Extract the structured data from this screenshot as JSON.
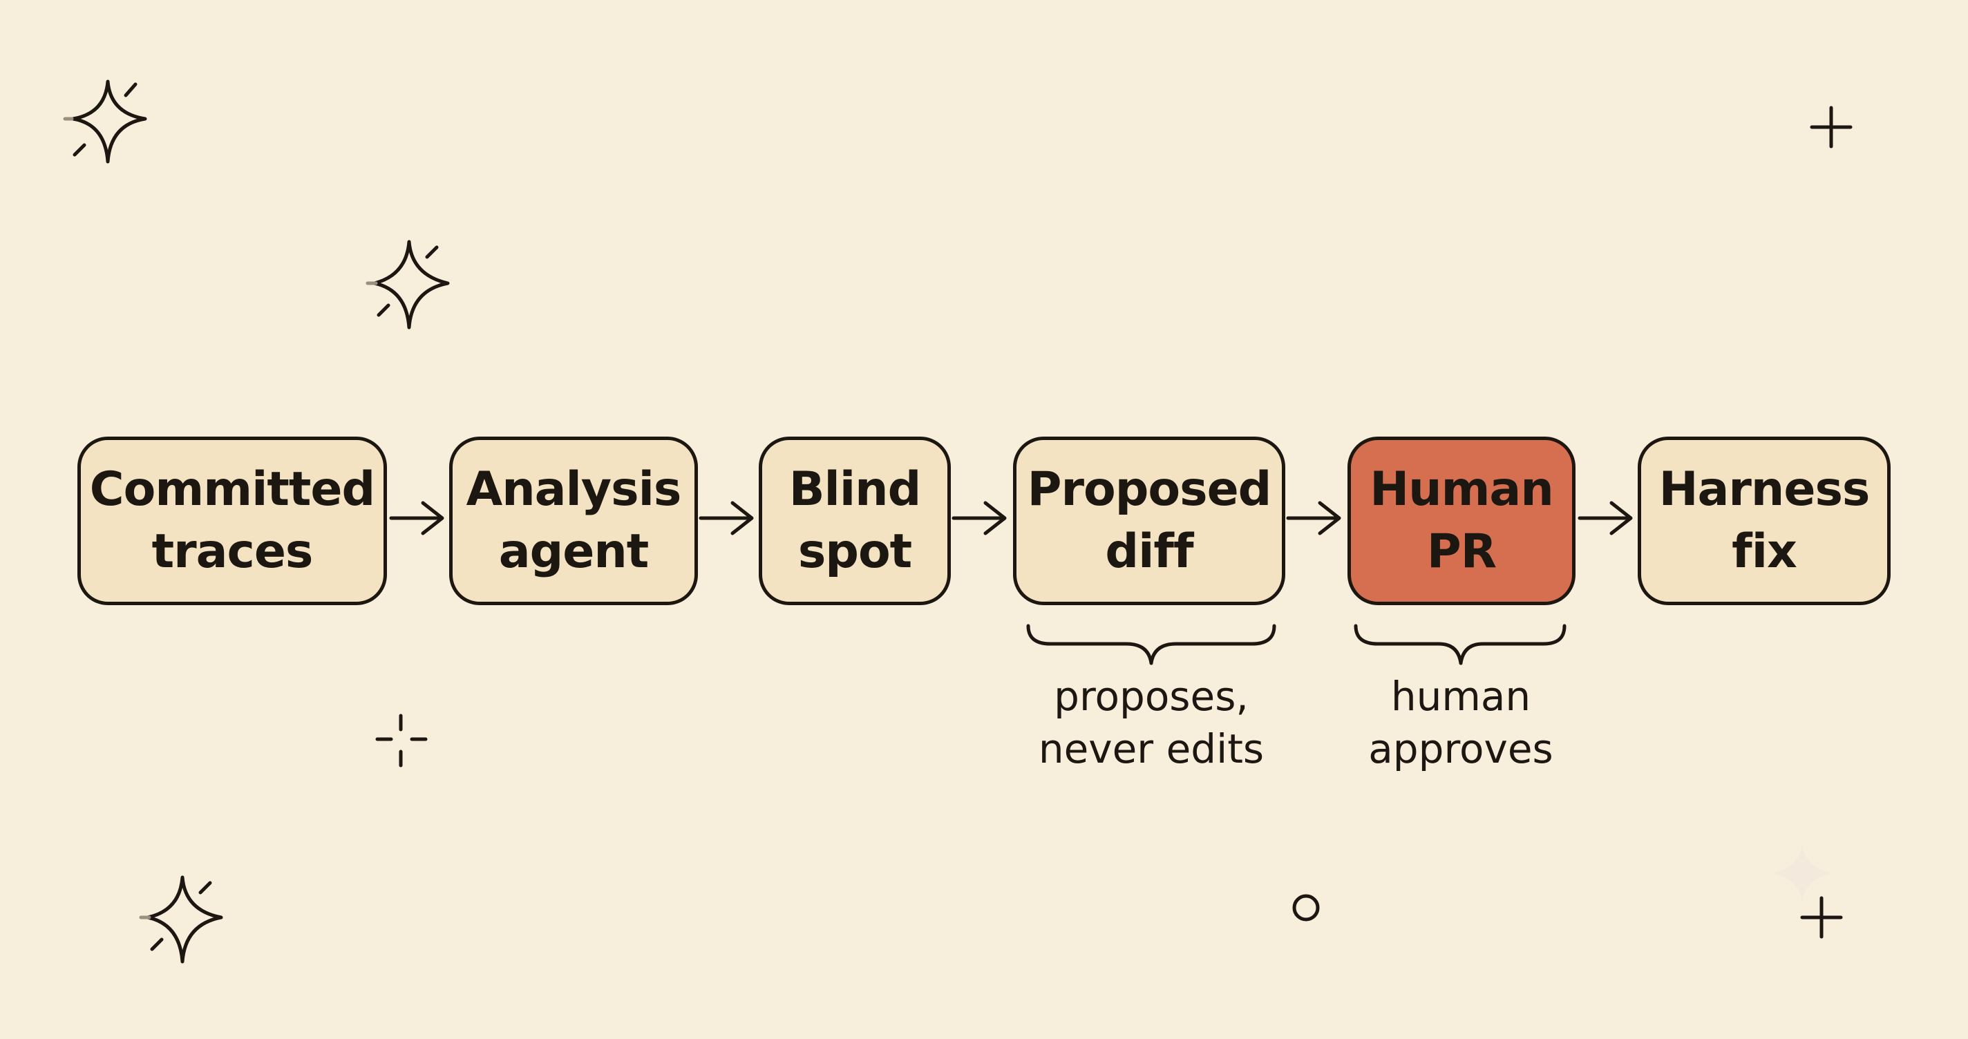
{
  "steps": [
    {
      "line1": "Committed",
      "line2": "traces"
    },
    {
      "line1": "Analysis",
      "line2": "agent"
    },
    {
      "line1": "Blind",
      "line2": "spot"
    },
    {
      "line1": "Proposed",
      "line2": "diff"
    },
    {
      "line1": "Human",
      "line2": "PR"
    },
    {
      "line1": "Harness",
      "line2": "fix"
    }
  ],
  "annotations": {
    "proposed": {
      "line1": "proposes,",
      "line2": "never edits"
    },
    "human": {
      "line1": "human",
      "line2": "approves"
    }
  },
  "colors": {
    "background": "#f8eedc",
    "node_fill": "#f3e3c2",
    "highlight_fill": "#d66f4f",
    "ink": "#1d1712"
  }
}
